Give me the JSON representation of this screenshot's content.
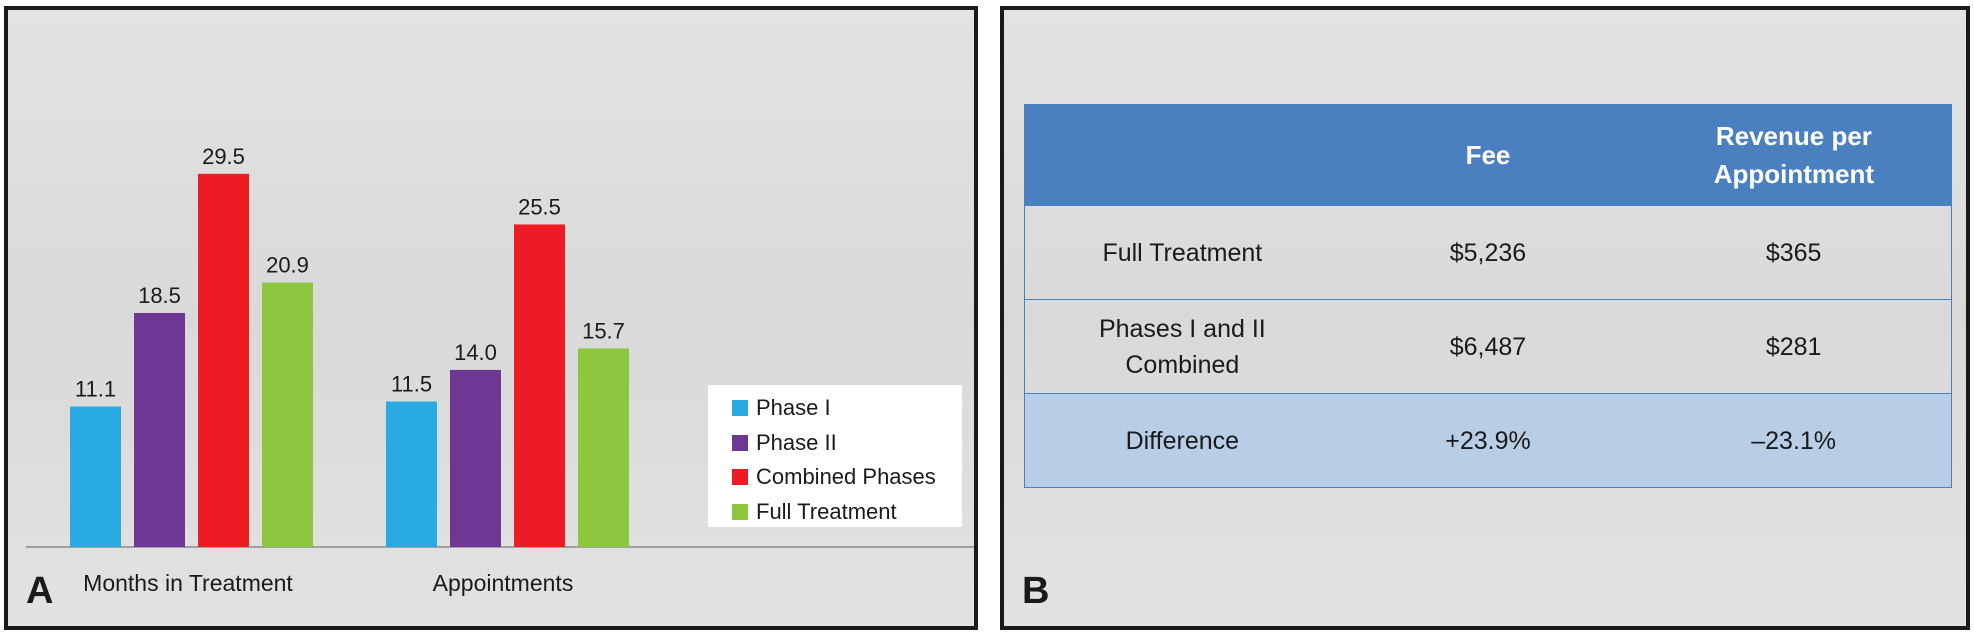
{
  "panel_a": {
    "letter": "A",
    "chart_data": {
      "type": "bar",
      "categories": [
        "Months in Treatment",
        "Appointments"
      ],
      "series": [
        {
          "name": "Phase I",
          "color": "#29abe2",
          "values": [
            11.1,
            11.5
          ]
        },
        {
          "name": "Phase II",
          "color": "#6d3793",
          "values": [
            18.5,
            14.0
          ]
        },
        {
          "name": "Combined Phases",
          "color": "#ed1c24",
          "values": [
            29.5,
            25.5
          ]
        },
        {
          "name": "Full Treatment",
          "color": "#8dc63f",
          "values": [
            20.9,
            15.7
          ]
        }
      ],
      "value_labels": [
        [
          "11.1",
          "11.5"
        ],
        [
          "18.5",
          "14.0"
        ],
        [
          "29.5",
          "25.5"
        ],
        [
          "20.9",
          "15.7"
        ]
      ],
      "ylim": [
        0,
        32
      ],
      "legend_position": "bottom-right",
      "grid": false
    }
  },
  "panel_b": {
    "letter": "B",
    "table": {
      "headers": [
        "",
        "Fee",
        "Revenue per Appointment"
      ],
      "rows": [
        [
          "Full Treatment",
          "$5,236",
          "$365"
        ],
        [
          "Phases I and II Combined",
          "$6,487",
          "$281"
        ],
        [
          "Difference",
          "+23.9%",
          "–23.1%"
        ]
      ],
      "header_color": "#4a80c0",
      "highlight_row_color": "#b8cde6"
    }
  }
}
